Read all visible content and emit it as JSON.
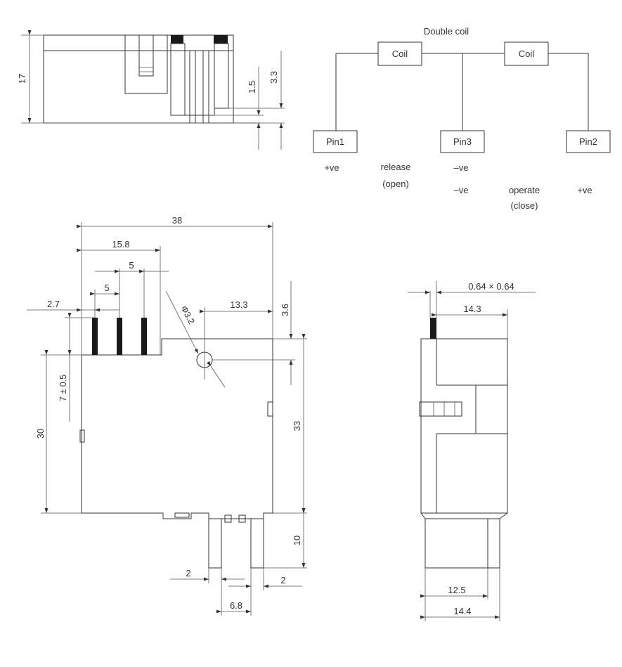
{
  "colors": {
    "line": "#333333",
    "pin": "#1a1a1a",
    "background": "#ffffff"
  },
  "side_view": {
    "height": "17",
    "dim_small": "1.5",
    "dim_large": "3.3"
  },
  "schematic": {
    "title": "Double coil",
    "coil_left": "Coil",
    "coil_right": "Coil",
    "pin1": "Pin1",
    "pin3": "Pin3",
    "pin2": "Pin2",
    "release_pin1": "+ve",
    "release_label": "release",
    "release_sub": "(open)",
    "release_pin3": "–ve",
    "operate_pin3": "–ve",
    "operate_label": "operate",
    "operate_sub": "(close)",
    "operate_pin2": "+ve"
  },
  "front_view": {
    "width_total": "38",
    "pin_span": "15.8",
    "pitch_upper": "5",
    "pitch_lower": "5",
    "pin_offset": "2.7",
    "hole_offset": "13.3",
    "hole_top": "3.6",
    "hole_dia": "Φ3.2",
    "pin_height": "7 ± 0.5",
    "body_left_height": "30",
    "body_right_height": "33",
    "terminal_length": "10",
    "terminal_left": "2",
    "terminal_right": "2",
    "terminal_spacing": "6.8"
  },
  "end_view": {
    "pin_section": "0.64 × 0.64",
    "pin_to_edge": "14.3",
    "base_inner": "12.5",
    "base_outer": "14.4"
  }
}
